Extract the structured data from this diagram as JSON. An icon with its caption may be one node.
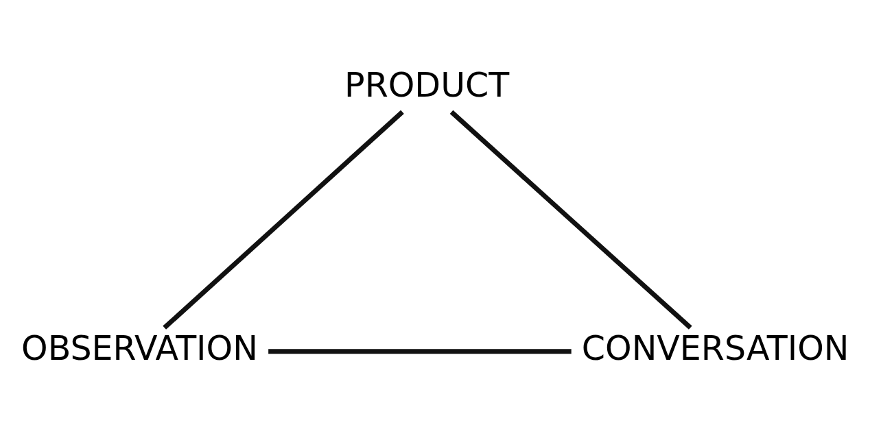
{
  "diagram": {
    "nodes": [
      {
        "text": [
          "PRODUCT"
        ]
      },
      {
        "text": [
          "OBSERVATION"
        ]
      },
      {
        "text": [
          "CONVERSATION"
        ]
      }
    ],
    "edges": [
      {
        "from": 0,
        "to": 1,
        "arrow": "none"
      },
      {
        "from": 1,
        "to": 2,
        "arrow": "none"
      },
      {
        "from": 2,
        "to": 0,
        "arrow": "none"
      }
    ]
  }
}
